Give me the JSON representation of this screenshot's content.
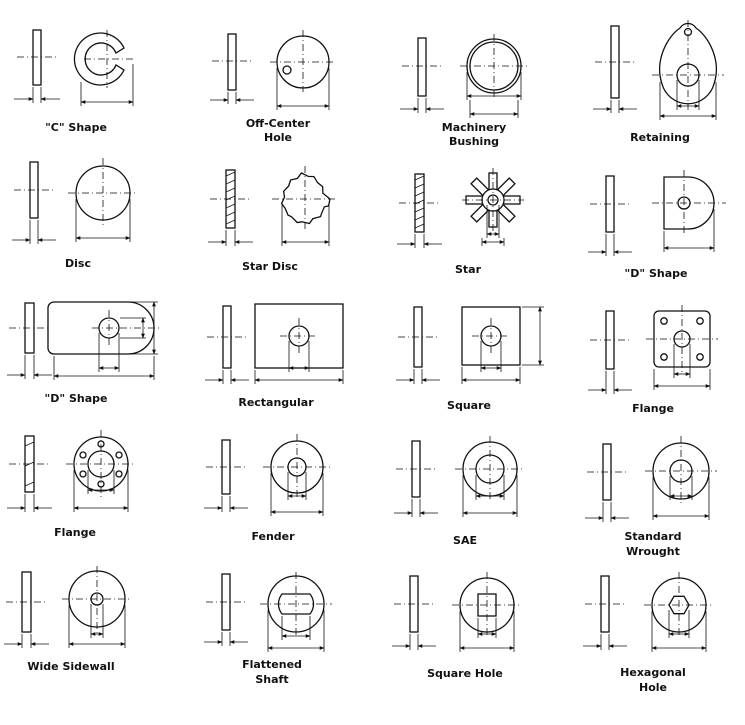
{
  "washers": [
    {
      "id": "c-shape",
      "label": [
        "\"C\" Shape"
      ]
    },
    {
      "id": "off-center-hole",
      "label": [
        "Off-Center",
        "Hole"
      ]
    },
    {
      "id": "machinery-bushing",
      "label": [
        "Machinery",
        "Bushing"
      ]
    },
    {
      "id": "retaining",
      "label": [
        "Retaining"
      ]
    },
    {
      "id": "disc",
      "label": [
        "Disc"
      ]
    },
    {
      "id": "star-disc",
      "label": [
        "Star Disc"
      ]
    },
    {
      "id": "star",
      "label": [
        "Star"
      ]
    },
    {
      "id": "d-shape-1",
      "label": [
        "\"D\" Shape"
      ]
    },
    {
      "id": "d-shape-2",
      "label": [
        "\"D\" Shape"
      ]
    },
    {
      "id": "rectangular",
      "label": [
        "Rectangular"
      ]
    },
    {
      "id": "square",
      "label": [
        "Square"
      ]
    },
    {
      "id": "flange-1",
      "label": [
        "Flange"
      ]
    },
    {
      "id": "flange-2",
      "label": [
        "Flange"
      ]
    },
    {
      "id": "fender",
      "label": [
        "Fender"
      ]
    },
    {
      "id": "sae",
      "label": [
        "SAE"
      ]
    },
    {
      "id": "standard-wrought",
      "label": [
        "Standard",
        "Wrought"
      ]
    },
    {
      "id": "wide-sidewall",
      "label": [
        "Wide Sidewall"
      ]
    },
    {
      "id": "flattened-shaft",
      "label": [
        "Flattened",
        "Shaft"
      ]
    },
    {
      "id": "square-hole",
      "label": [
        "Square Hole"
      ]
    },
    {
      "id": "hexagonal-hole",
      "label": [
        "Hexagonal",
        "Hole"
      ]
    }
  ]
}
